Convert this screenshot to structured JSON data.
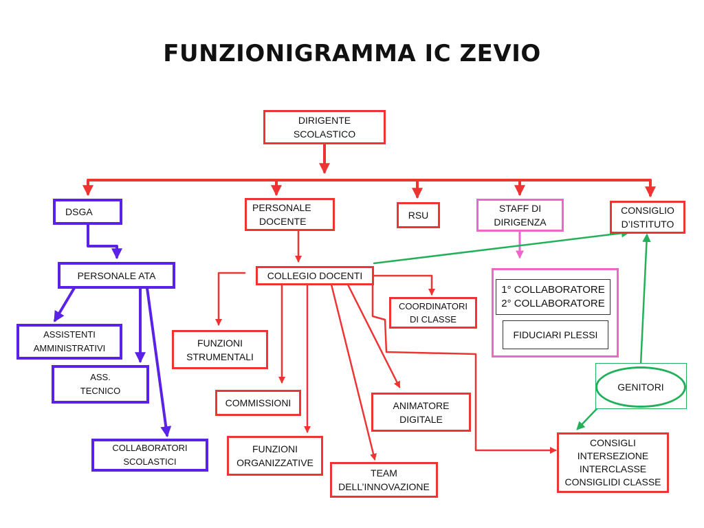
{
  "title": "FUNZIONIGRAMMA IC ZEVIO",
  "nodes": {
    "dirigente": [
      "DIRIGENTE",
      "SCOLASTICO"
    ],
    "dsga": [
      "DSGA"
    ],
    "personale_docente": [
      "PERSONALE",
      "DOCENTE"
    ],
    "rsu": [
      "RSU"
    ],
    "staff": [
      "STAFF DI",
      "DIRIGENZA"
    ],
    "consiglio_istituto": [
      "CONSIGLIO",
      "D’ISTITUTO"
    ],
    "personale_ata": [
      "PERSONALE ATA"
    ],
    "collegio_docenti": [
      "COLLEGIO DOCENTI"
    ],
    "collaboratori_staff": [
      "1° COLLABORATORE",
      "2° COLLABORATORE"
    ],
    "fiduciari": [
      "FIDUCIARI PLESSI"
    ],
    "coordinatori": [
      "COORDINATORI",
      "DI CLASSE"
    ],
    "assistenti": [
      "ASSISTENTI",
      "AMMINISTRATIVI"
    ],
    "funzioni_strumentali": [
      "FUNZIONI",
      "STRUMENTALI"
    ],
    "ass_tecnico": [
      "ASS.",
      "TECNICO"
    ],
    "genitori": [
      "GENITORI"
    ],
    "commissioni": [
      "COMMISSIONI"
    ],
    "animatore": [
      "ANIMATORE",
      "DIGITALE"
    ],
    "collaboratori_scolastici": [
      "COLLABORATORI",
      "SCOLASTICI"
    ],
    "funzioni_organizzative": [
      "FUNZIONI",
      "ORGANIZZATIVE"
    ],
    "consigli": [
      "CONSIGLI",
      "INTERSEZIONE",
      "INTERCLASSE",
      "CONSIGLIDI CLASSE"
    ],
    "team": [
      "TEAM",
      "DELL’INNOVAZIONE"
    ]
  },
  "colors": {
    "red": "#ee3333",
    "purple": "#5a22e6",
    "pink": "#ee66cc",
    "green": "#22b05a"
  }
}
